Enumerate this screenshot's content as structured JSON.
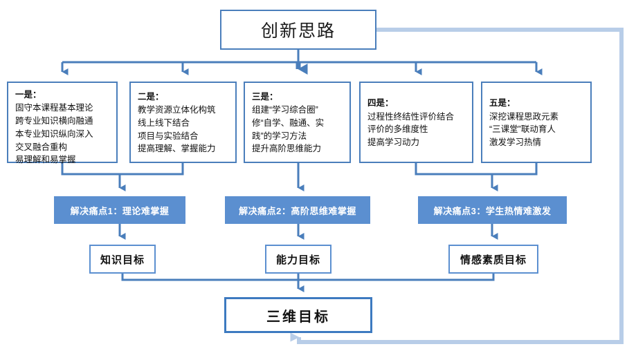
{
  "diagram": {
    "title": "创新思路",
    "colors": {
      "accent_border": "#4a7ebb",
      "bar_fill": "#5b8fd0",
      "connector": "#4a7ebb",
      "feedback_path": "#b8cde8",
      "text": "#111111",
      "bar_text": "#ffffff"
    },
    "strategies": [
      {
        "head": "一是：",
        "lines": [
          "固守本课程基本理论",
          "跨专业知识横向融通",
          "本专业知识纵向深入",
          "交叉融合重构",
          "易理解和易掌握"
        ]
      },
      {
        "head": "二是：",
        "lines": [
          "教学资源立体化构筑",
          "线上线下结合",
          "项目与实验结合",
          "提高理解、掌握能力"
        ]
      },
      {
        "head": "三是：",
        "lines": [
          "组建“学习综合圈”",
          "修“自学、融通、实",
          "践”的学习方法",
          "提升高阶思维能力"
        ]
      },
      {
        "head": "四是：",
        "lines": [
          "过程性终结性评价结合",
          "评价的多维度性",
          "提高学习动力"
        ]
      },
      {
        "head": "五是：",
        "lines": [
          "深挖课程思政元素",
          "“三课堂”联动育人",
          "激发学习热情"
        ]
      }
    ],
    "pain_points": [
      "解决痛点1：理论难掌握",
      "解决痛点2：高阶思维难掌握",
      "解决痛点3：学生热情难激发"
    ],
    "goals": [
      "知识目标",
      "能力目标",
      "情感素质目标"
    ],
    "final": "三维目标"
  }
}
